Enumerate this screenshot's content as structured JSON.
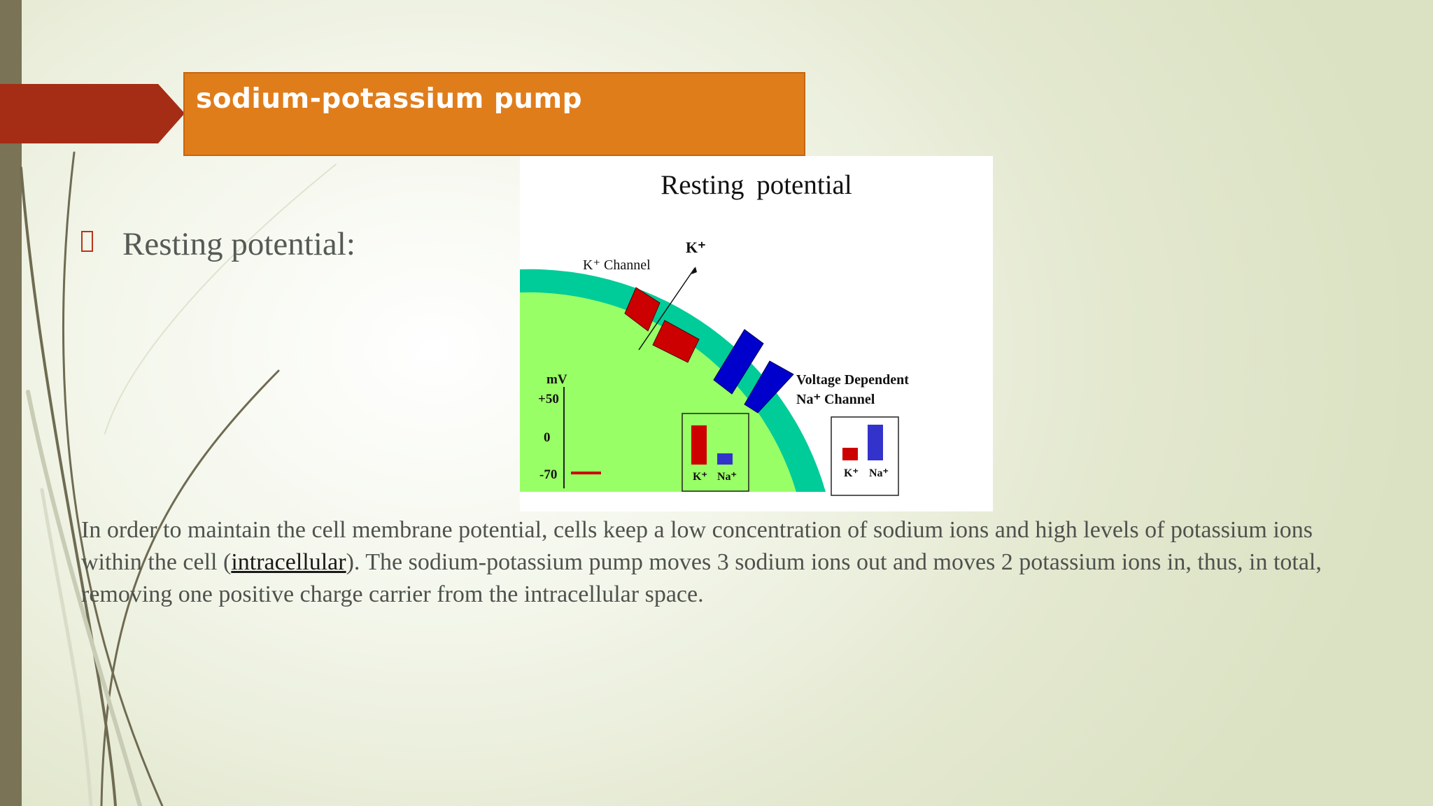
{
  "slide": {
    "title": "sodium-potassium pump",
    "bullet": "Resting potential:",
    "paragraph": {
      "before_link": "In order to maintain the cell membrane potential, cells keep a low concentration of sodium ions and high levels of potassium ions within the cell (",
      "link": "intracellular",
      "after_link": "). The sodium-potassium pump moves 3 sodium ions out and moves 2 potassium ions in, thus, in total, removing one positive charge carrier from the intracellular space."
    }
  },
  "figure": {
    "title": "Resting  potential",
    "k_ion": "K⁺",
    "k_channel": "K⁺ Channel",
    "na_channel_line1": "Voltage Dependent",
    "na_channel_line2": "Na⁺ Channel",
    "axis_unit": "mV",
    "ticks": [
      "+50",
      "0",
      "-70"
    ],
    "inset_inside": {
      "k_label": "K⁺",
      "na_label": "Na⁺"
    },
    "inset_outside": {
      "k_label": "K⁺",
      "na_label": "Na⁺"
    },
    "colors": {
      "cytoplasm": "#99ff66",
      "membrane": "#00cc99",
      "k_channel": "#cc0000",
      "na_channel": "#0000cc"
    }
  },
  "chart_data": [
    {
      "type": "bar",
      "categories": [
        "K⁺",
        "Na⁺"
      ],
      "values": [
        3,
        1
      ],
      "title": "",
      "note_scale": "relative concentration inside cell"
    },
    {
      "type": "bar",
      "categories": [
        "K⁺",
        "Na⁺"
      ],
      "values": [
        1,
        2.8
      ],
      "title": ""
    }
  ]
}
